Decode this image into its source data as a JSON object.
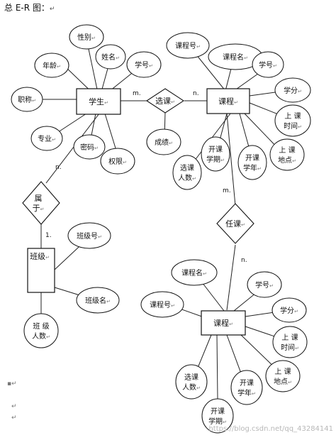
{
  "title": "总 E-R 图：",
  "return_mark": "↵",
  "watermark": "https://blog.csdn.net/qq_43284141",
  "entities": {
    "student": "学生",
    "course1": "课程",
    "class": "班级",
    "course2": "课程"
  },
  "relations": {
    "select": "选课",
    "belong": "属\n于",
    "teach": "任课"
  },
  "attributes": {
    "gender": "性别",
    "age": "年龄",
    "name": "姓名",
    "student_id": "学号",
    "title": "职称",
    "major": "专业",
    "password": "密码",
    "permission": "权限",
    "grade": "成绩",
    "c1_id": "课程号",
    "c1_name": "课程名",
    "c1_sid": "学号",
    "c1_credit": "学分",
    "c1_time": "上 课\n时间",
    "c1_place": "上 课\n地点",
    "c1_count": "选课\n人数",
    "c1_term": "开课\n学期",
    "c1_year": "开课\n学年",
    "class_id": "班级号",
    "class_name": "班级名",
    "class_count": "班 级\n人数",
    "c2_name": "课程名",
    "c2_sid": "学号",
    "c2_id": "课程号",
    "c2_credit": "学分",
    "c2_time": "上 课\n时间",
    "c2_place": "上 课\n地点",
    "c2_count": "选课\n人数",
    "c2_year": "开课\n学年",
    "c2_term": "开课\n学期"
  },
  "cardinalities": {
    "m1": "m.",
    "n1": "n.",
    "n2": "n.",
    "one": "1.",
    "m2": "m.",
    "n3": "n."
  }
}
